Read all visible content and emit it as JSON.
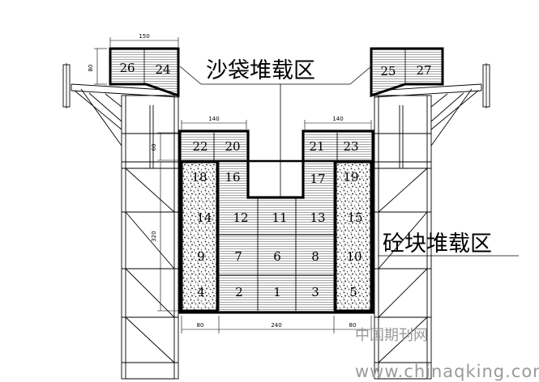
{
  "labels": {
    "sandbag_zone": "沙袋堆载区",
    "concrete_zone": "砼块堆载区"
  },
  "dimensions": {
    "top_width": "150",
    "top_height": "80",
    "shoulder_width_left": "140",
    "shoulder_width_right": "140",
    "shoulder_height": "60",
    "side_height": "320",
    "bottom_left": "80",
    "bottom_center": "240",
    "bottom_right": "80"
  },
  "blocks": {
    "b1": "1",
    "b2": "2",
    "b3": "3",
    "b4": "4",
    "b5": "5",
    "b6": "6",
    "b7": "7",
    "b8": "8",
    "b9": "9",
    "b10": "10",
    "b11": "11",
    "b12": "12",
    "b13": "13",
    "b14": "14",
    "b15": "15",
    "b16": "16",
    "b17": "17",
    "b18": "18",
    "b19": "19",
    "b20": "20",
    "b21": "21",
    "b22": "22",
    "b23": "23",
    "b24": "24",
    "b25": "25",
    "b26": "26",
    "b27": "27"
  },
  "watermark": {
    "cn": "中国期刊网",
    "url": "www.chinaqking.com"
  },
  "colors": {
    "line": "#000000",
    "hatch": "#555555",
    "watermark": "#9a9a9a"
  }
}
